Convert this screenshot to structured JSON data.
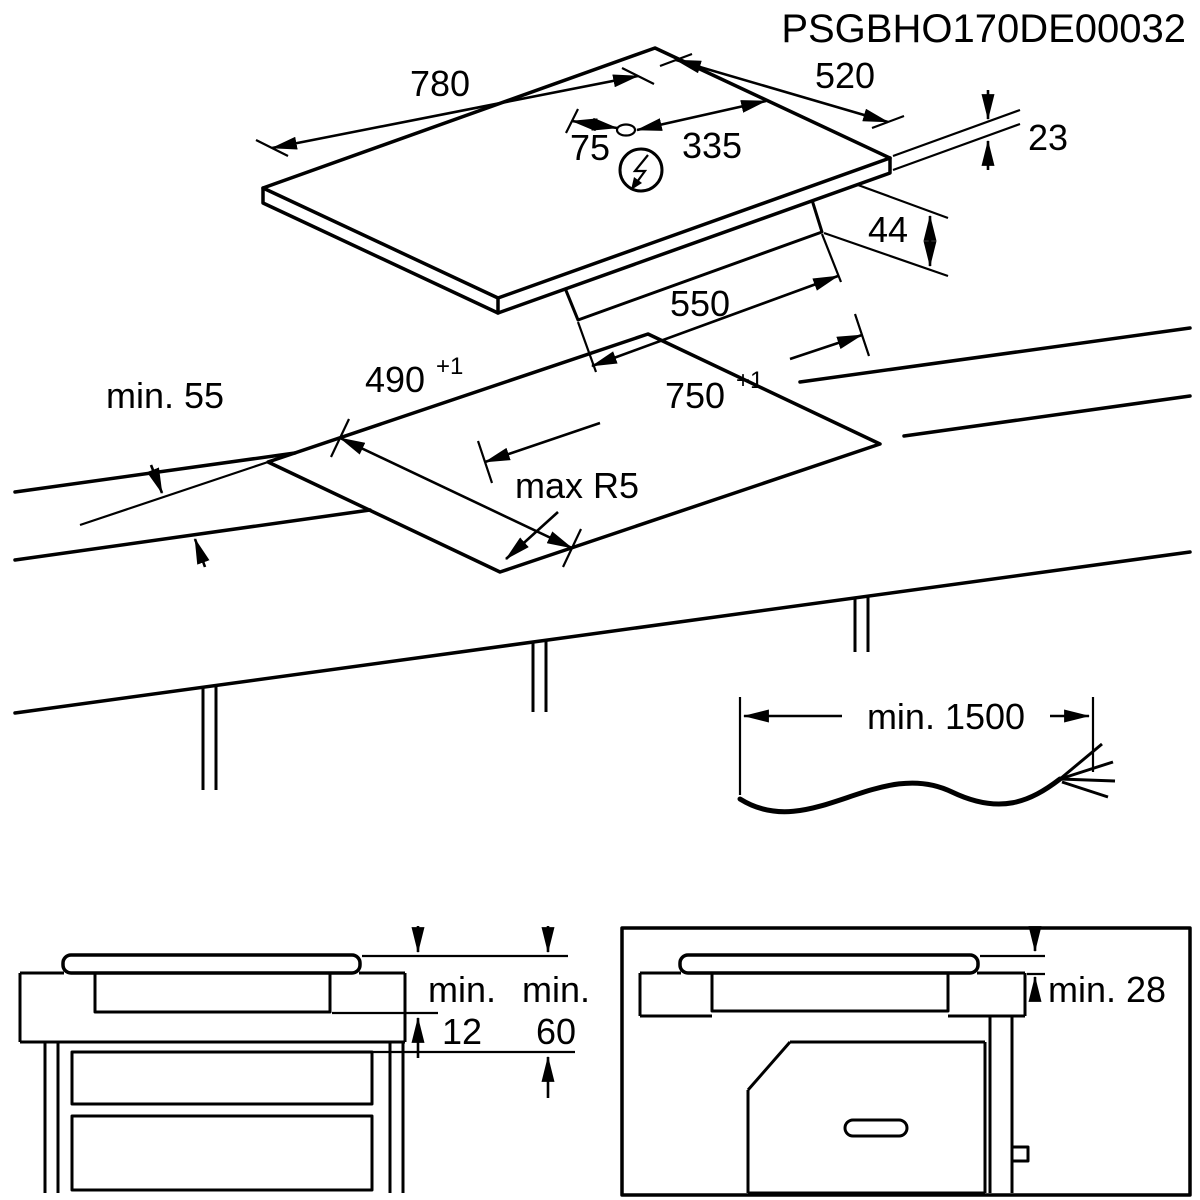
{
  "header": {
    "part_number": "PSGBHO170DE00032"
  },
  "hob_view": {
    "width": "780",
    "depth": "520",
    "hole_offset_left": "75",
    "hole_offset_right": "335",
    "glass_thickness": "23",
    "body_depth": "44",
    "body_width": "550"
  },
  "cutout_view": {
    "front_clearance": "min. 55",
    "cutout_depth": "490",
    "cutout_depth_tolerance": "+1",
    "cutout_width": "750",
    "cutout_width_tolerance": "+1",
    "corner_radius": "max R5"
  },
  "cable_view": {
    "cable_length": "min. 1500"
  },
  "drawer_section": {
    "min_word_1": "min.",
    "clearance_1": "12",
    "min_word_2": "min.",
    "clearance_2": "60"
  },
  "oven_section": {
    "clearance": "min. 28"
  }
}
